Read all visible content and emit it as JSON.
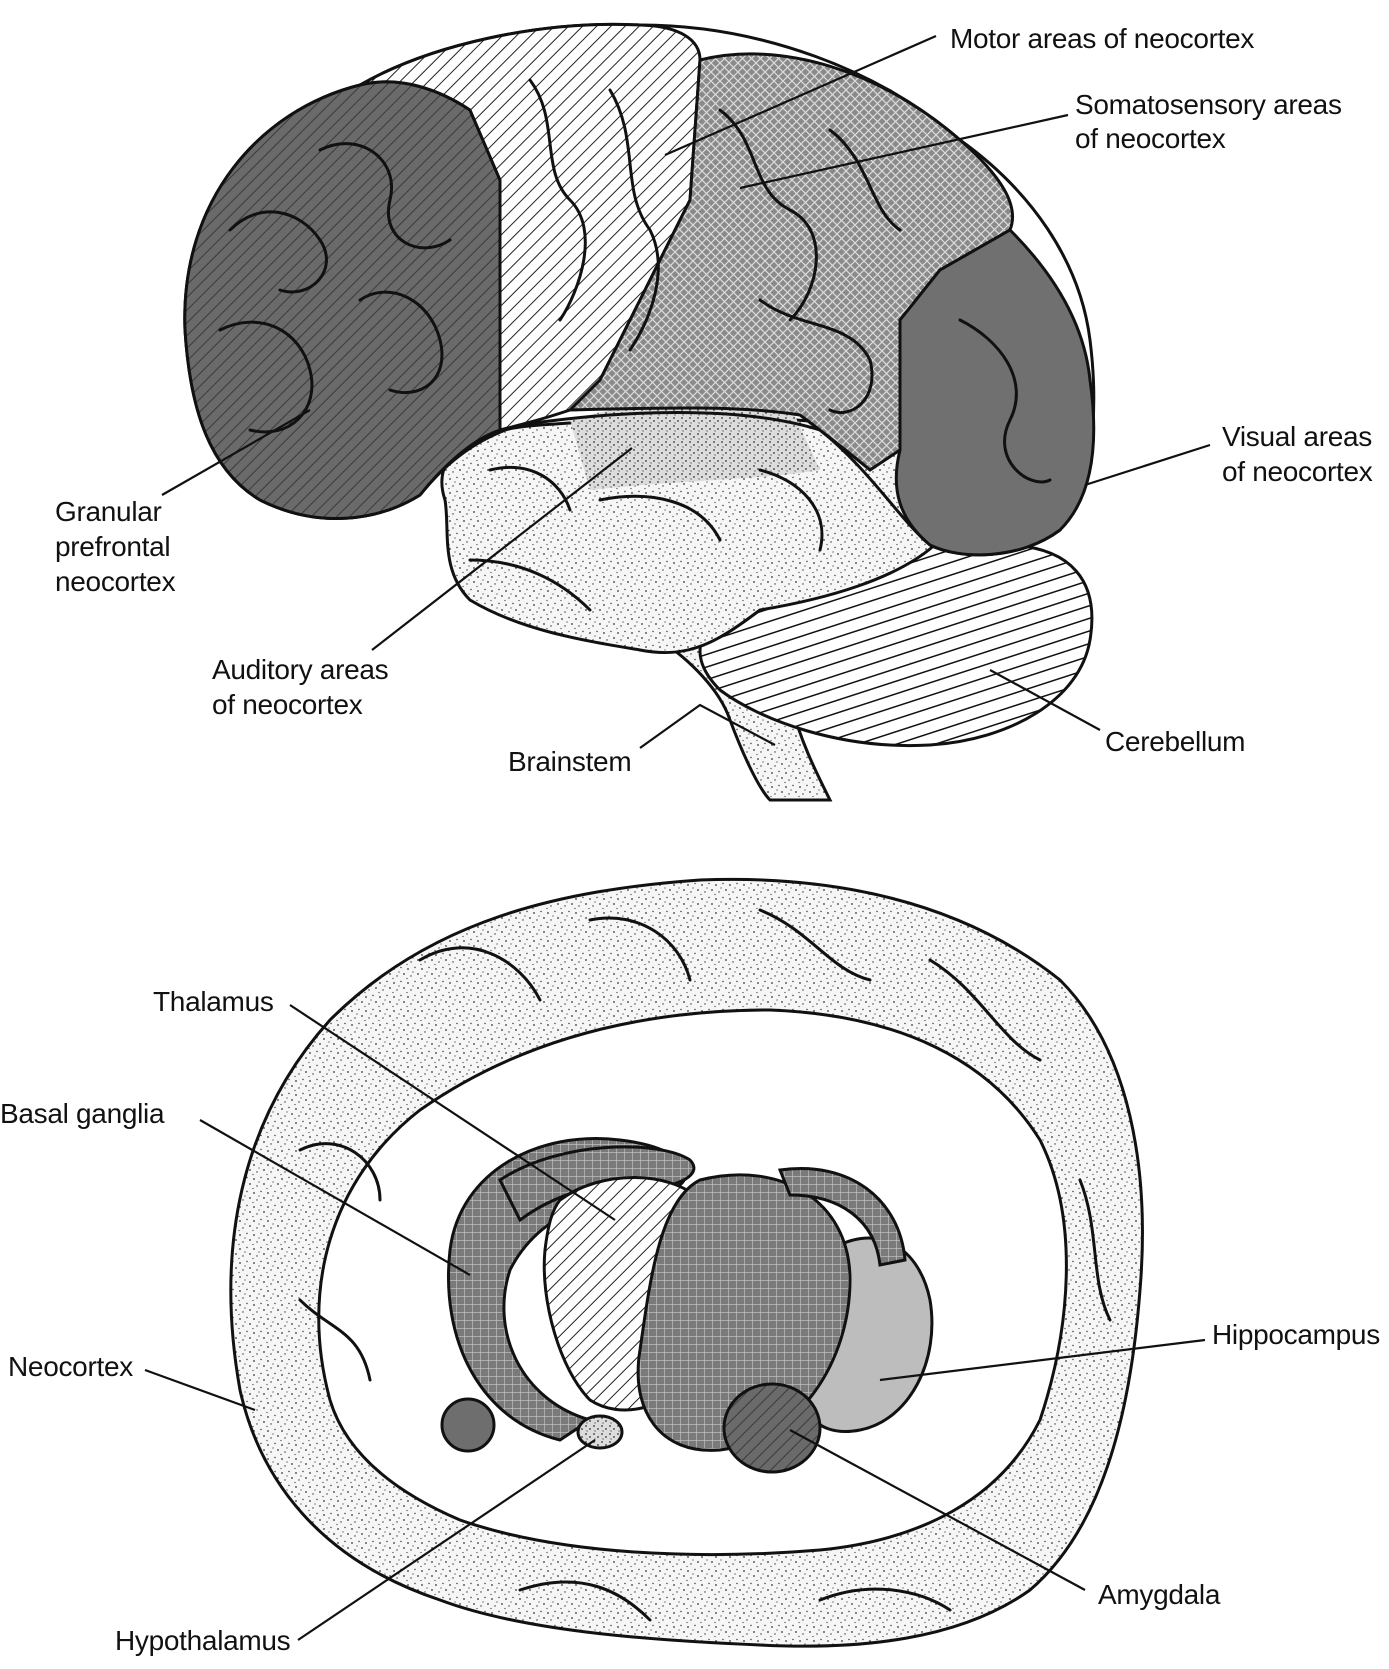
{
  "colors": {
    "ink": "#111111",
    "dark_region": "#6e6e6e",
    "mid_region": "#9a9a9a",
    "light_region": "#cfcfcf",
    "stipple_bg": "#f4f4f4"
  },
  "top_diagram": {
    "labels": {
      "motor": "Motor areas of neocortex",
      "somatosensory_1": "Somatosensory areas",
      "somatosensory_2": "of neocortex",
      "visual_1": "Visual areas",
      "visual_2": "of neocortex",
      "prefrontal_1": "Granular",
      "prefrontal_2": "prefrontal",
      "prefrontal_3": "neocortex",
      "auditory_1": "Auditory areas",
      "auditory_2": "of neocortex",
      "brainstem": "Brainstem",
      "cerebellum": "Cerebellum"
    }
  },
  "bottom_diagram": {
    "labels": {
      "thalamus": "Thalamus",
      "basal_ganglia": "Basal ganglia",
      "neocortex": "Neocortex",
      "hippocampus": "Hippocampus",
      "amygdala": "Amygdala",
      "hypothalamus": "Hypothalamus"
    }
  }
}
